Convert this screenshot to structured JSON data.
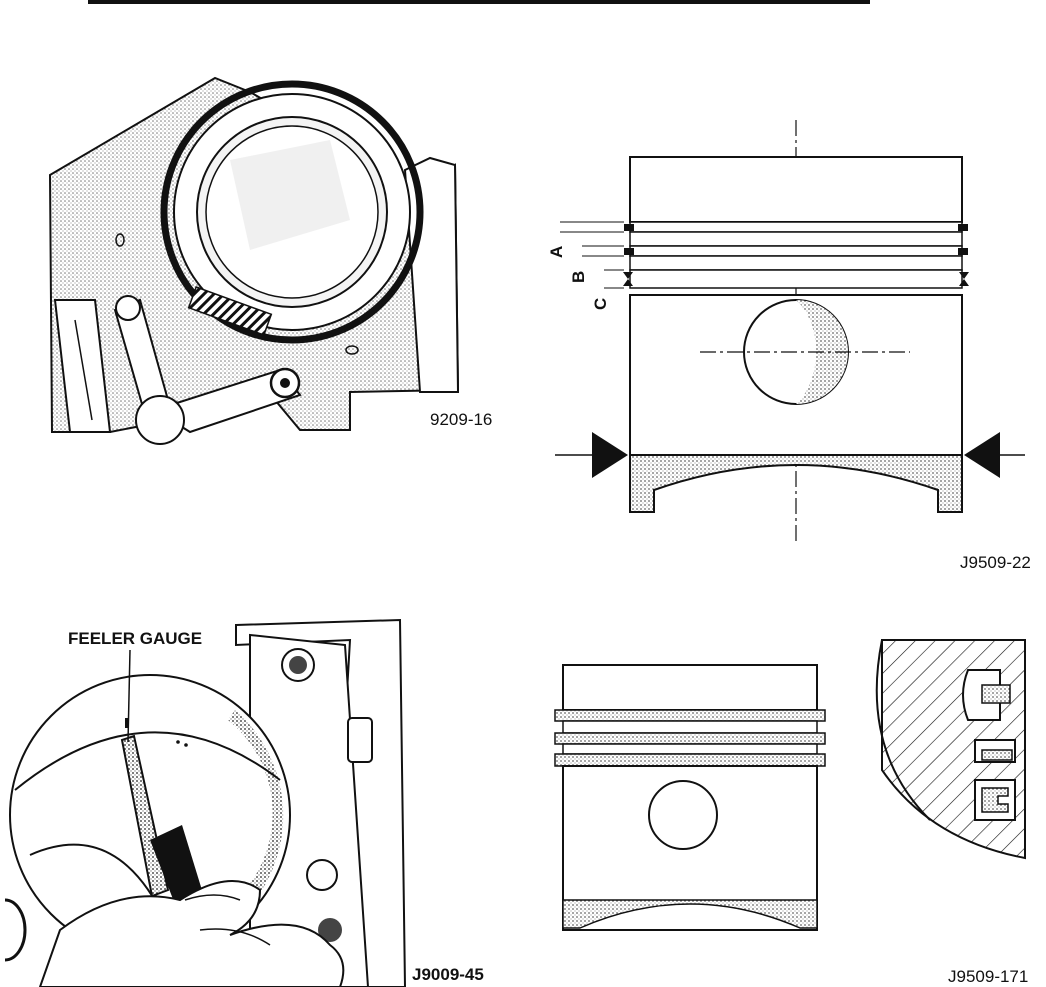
{
  "figures": {
    "ring_compressor": {
      "figure_id": "9209-16"
    },
    "ring_groove_gauging": {
      "figure_id": "J9509-22",
      "dimension_labels": [
        "A",
        "B",
        "C"
      ]
    },
    "ring_gap_check": {
      "figure_id": "J9009-45",
      "callout": "FEELER GAUGE"
    },
    "ring_profiles": {
      "figure_id": "J9509-171"
    }
  },
  "colors": {
    "ink": "#111111",
    "shade": "#bdbdbd",
    "paper": "#ffffff"
  }
}
